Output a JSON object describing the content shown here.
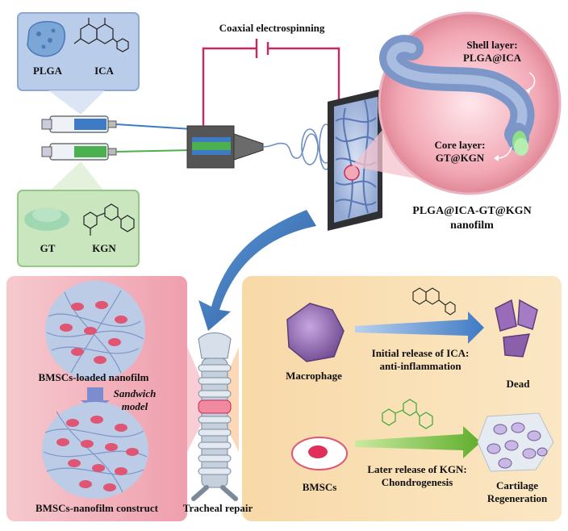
{
  "title": "Coaxial electrospinning",
  "top_left_box": {
    "label_1": "PLGA",
    "label_2": "ICA"
  },
  "bottom_left_box": {
    "label_1": "GT",
    "label_2": "KGN"
  },
  "zoom_circle": {
    "shell_label": "Shell layer:",
    "shell_material": "PLGA@ICA",
    "core_label": "Core layer:",
    "core_material": "GT@KGN"
  },
  "nanofilm_caption": {
    "line1": "PLGA@ICA-GT@KGN",
    "line2": "nanofilm"
  },
  "left_panel": {
    "top_caption": "BMSCs-loaded nanofilm",
    "middle_line1": "Sandwich",
    "middle_line2": "model",
    "bottom_caption": "BMSCs-nanofilm construct"
  },
  "trachea_caption": "Tracheal repair",
  "right_panel": {
    "macrophage": "Macrophage",
    "initial_line1": "Initial release of ICA:",
    "initial_line2": "anti-inflammation",
    "dead": "Dead",
    "bmscs": "BMSCs",
    "later_line1": "Later release of KGN:",
    "later_line2": "Chondrogenesis",
    "cartilage_line1": "Cartilage",
    "cartilage_line2": "Regeneration"
  },
  "colors": {
    "top_box": "#b9cdea",
    "bottom_box": "#c9e6bf",
    "left_panel": "#f3b9c2",
    "right_panel": "#f8dcaa",
    "circuit": "#c8285a",
    "fiber": "#7d96c8",
    "arrow_blue": "#3d78c0",
    "arrow_green": "#7ec242",
    "macrophage": "#9a6bb8",
    "core_green": "#8fdc8a"
  }
}
